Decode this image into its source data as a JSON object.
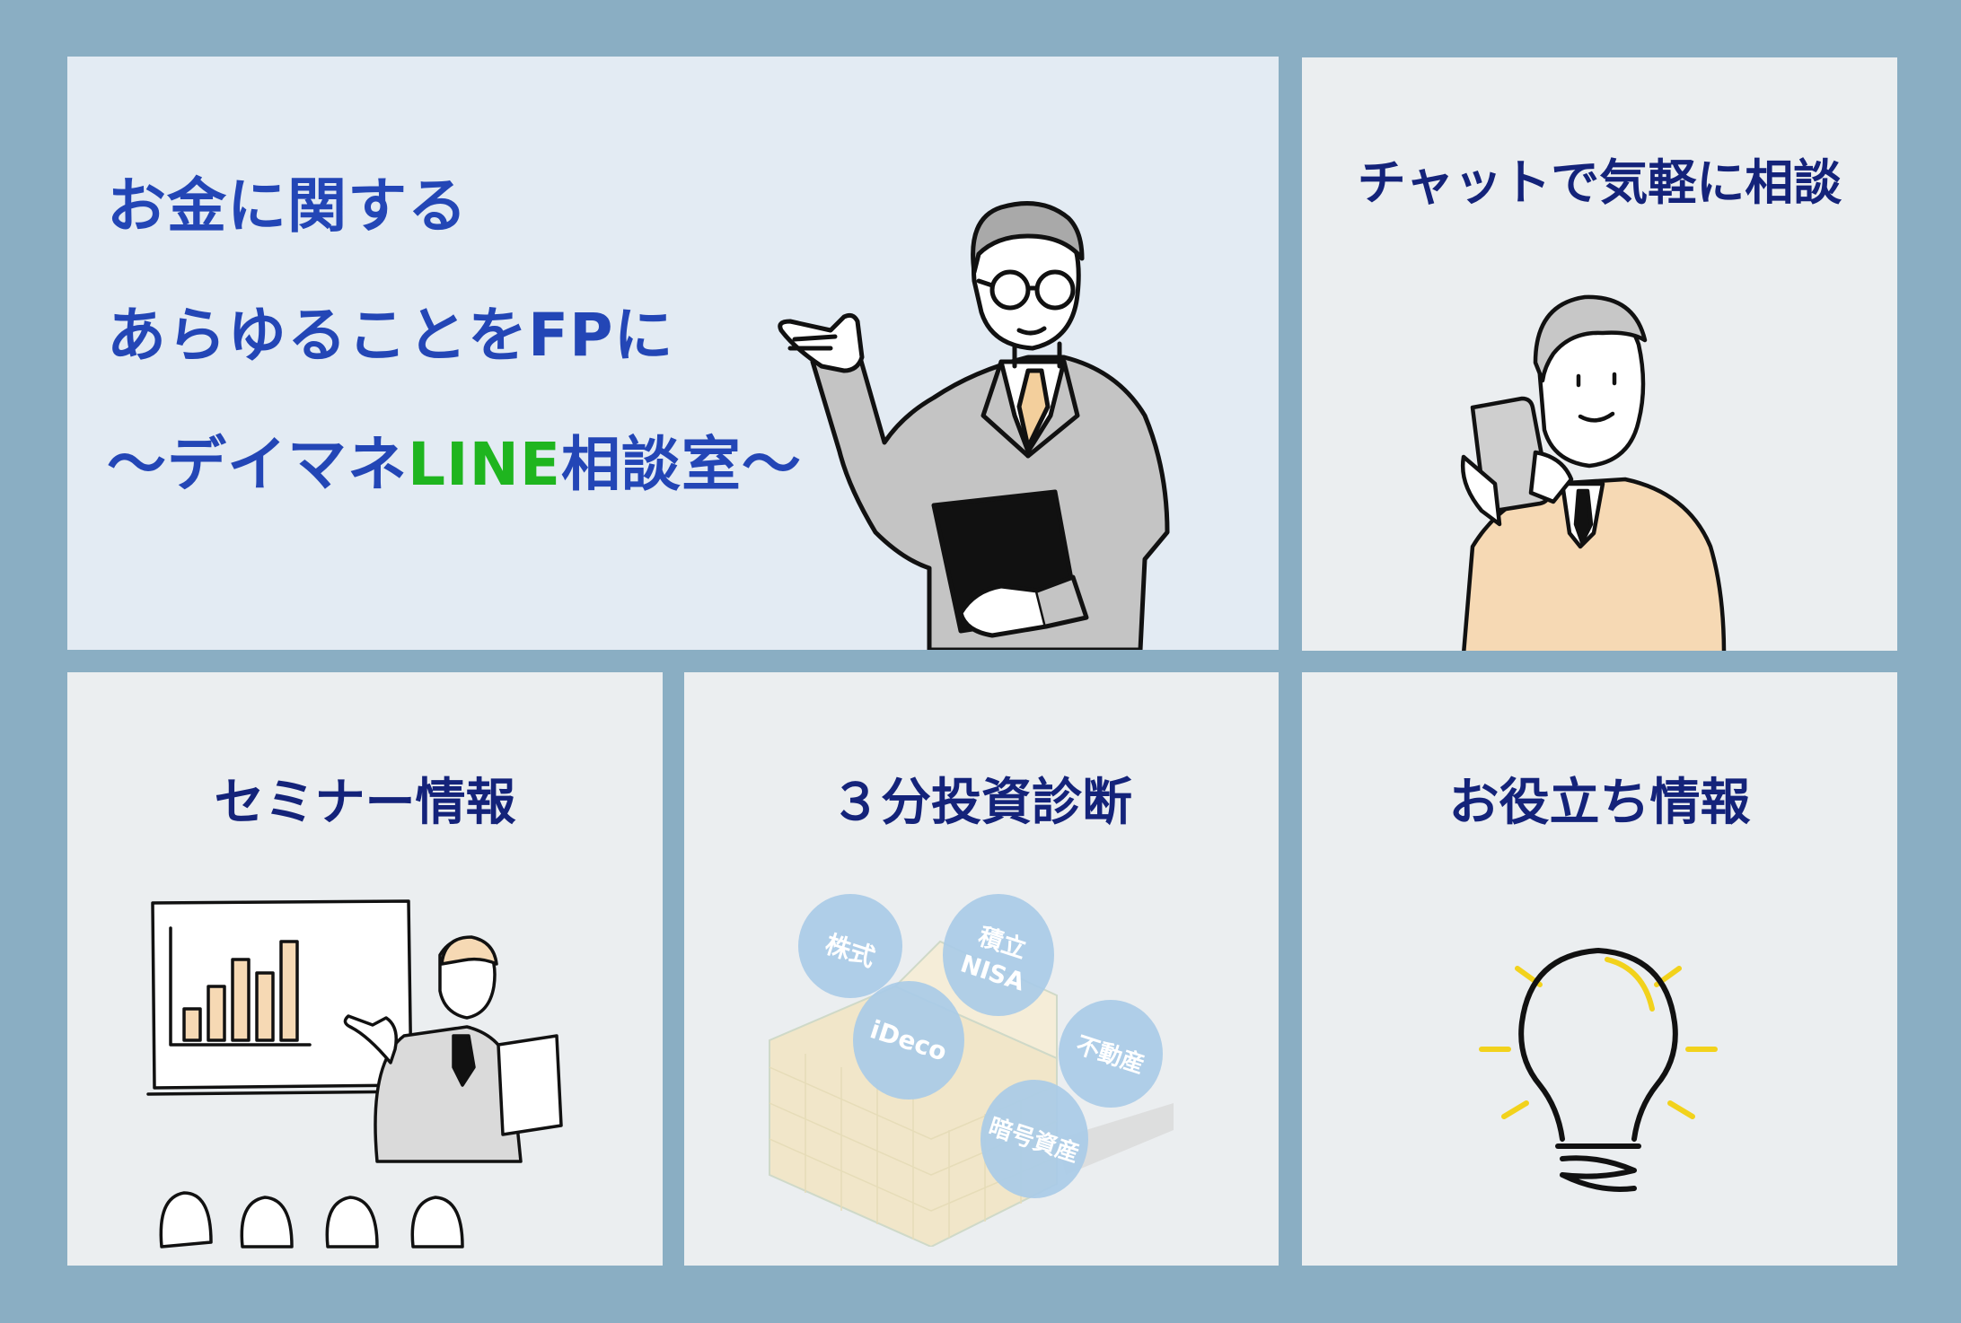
{
  "hero": {
    "line1": "お金に関する",
    "line2": "あらゆることをFPに",
    "line3_prefix": "～デイマネ",
    "line3_brand": "LINE",
    "line3_suffix": "相談室～"
  },
  "tiles": {
    "chat": {
      "title": "チャットで気軽に相談"
    },
    "seminar": {
      "title": "セミナー情報"
    },
    "diagnosis": {
      "title": "３分投資診断",
      "bubbles": {
        "stocks": "株式",
        "nisa_line1": "積立",
        "nisa_line2": "NISA",
        "ideco": "iDeco",
        "realestate": "不動産",
        "crypto": "暗号資産"
      }
    },
    "tips": {
      "title": "お役立ち情報"
    }
  },
  "colors": {
    "background": "#8aaec3",
    "hero_bg": "#e3ebf3",
    "tile_bg": "#ebeef0",
    "hero_text": "#2346b6",
    "line_green": "#1fb51f",
    "tile_title": "#14237a",
    "bubble": "#a9cbe7",
    "accent_yellow": "#f2d21c"
  }
}
